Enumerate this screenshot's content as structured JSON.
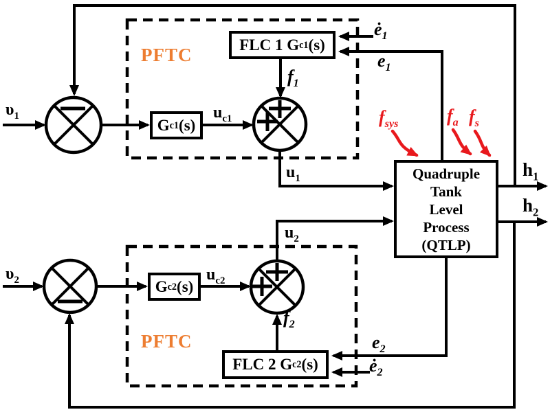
{
  "colors": {
    "line_black": "#000000",
    "fault_red": "#e8191d",
    "pftc_orange": "#ed7d31",
    "background": "#ffffff"
  },
  "pftc": {
    "top_label": "PFTC",
    "bottom_label": "PFTC"
  },
  "inputs": {
    "v1": {
      "base": "υ",
      "sub": "1"
    },
    "v2": {
      "base": "υ",
      "sub": "2"
    }
  },
  "signals": {
    "uc1": {
      "base": "u",
      "sub": "c1"
    },
    "uc2": {
      "base": "u",
      "sub": "c2"
    },
    "u1": {
      "base": "u",
      "sub": "1"
    },
    "u2": {
      "base": "u",
      "sub": "2"
    },
    "f1": {
      "base": "f",
      "sub": "1"
    },
    "f2": {
      "base": "f",
      "sub": "2"
    },
    "e1": {
      "base": "e",
      "sub": "1"
    },
    "e2": {
      "base": "e",
      "sub": "2"
    },
    "edot1": {
      "base": "ė",
      "sub": "1"
    },
    "edot2": {
      "base": "ė",
      "sub": "2"
    },
    "h1": {
      "base": "h",
      "sub": "1"
    },
    "h2": {
      "base": "h",
      "sub": "2"
    }
  },
  "faults": {
    "fsys": {
      "base": "f",
      "sub": "sys"
    },
    "fa": {
      "base": "f",
      "sub": "a"
    },
    "fs": {
      "base": "f",
      "sub": "s"
    }
  },
  "blocks": {
    "gc1": {
      "base": "G",
      "sub": "c1",
      "suffix": "(s)"
    },
    "gc2": {
      "base": "G",
      "sub": "c2",
      "suffix": "(s)"
    },
    "flc1": {
      "prefix": "FLC 1 G",
      "sub": "c1",
      "suffix": "(s)"
    },
    "flc2": {
      "prefix": "FLC 2 G",
      "sub": "c2",
      "suffix": "(s)"
    },
    "qtlp": {
      "lines": [
        "Quadruple",
        "Tank",
        "Level",
        "Process",
        "(QTLP)"
      ]
    }
  },
  "icons": {
    "sum_junction": "circle-with-diagonal-cross ⊗",
    "plus_sign": "+",
    "minus_sign": "−",
    "arrowhead": "▶",
    "fault_arrow": "red S-curved arrow ↴"
  }
}
